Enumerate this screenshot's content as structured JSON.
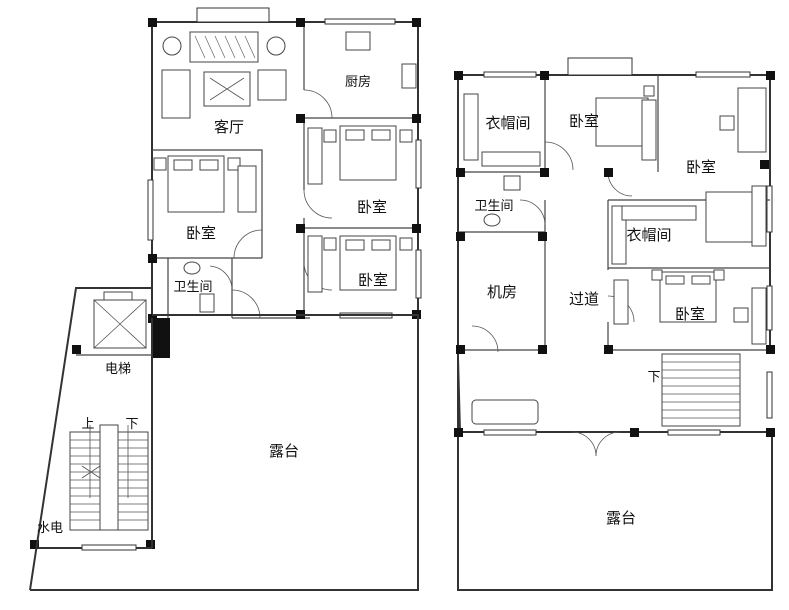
{
  "left_floor": {
    "rooms": {
      "living_room": "客厅",
      "kitchen": "厨房",
      "bedroom_a": "卧室",
      "bedroom_b": "卧室",
      "bedroom_c": "卧室",
      "bathroom": "卫生间",
      "elevator": "电梯",
      "terrace": "露台",
      "utility": "水电"
    },
    "stairs": {
      "up": "上",
      "down": "下"
    }
  },
  "right_floor": {
    "rooms": {
      "closet_a": "衣帽间",
      "bedroom_a": "卧室",
      "bedroom_b": "卧室",
      "bathroom": "卫生间",
      "closet_b": "衣帽间",
      "machine_room": "机房",
      "corridor": "过道",
      "bedroom_c": "卧室",
      "terrace": "露台"
    },
    "stairs": {
      "down": "下"
    }
  }
}
